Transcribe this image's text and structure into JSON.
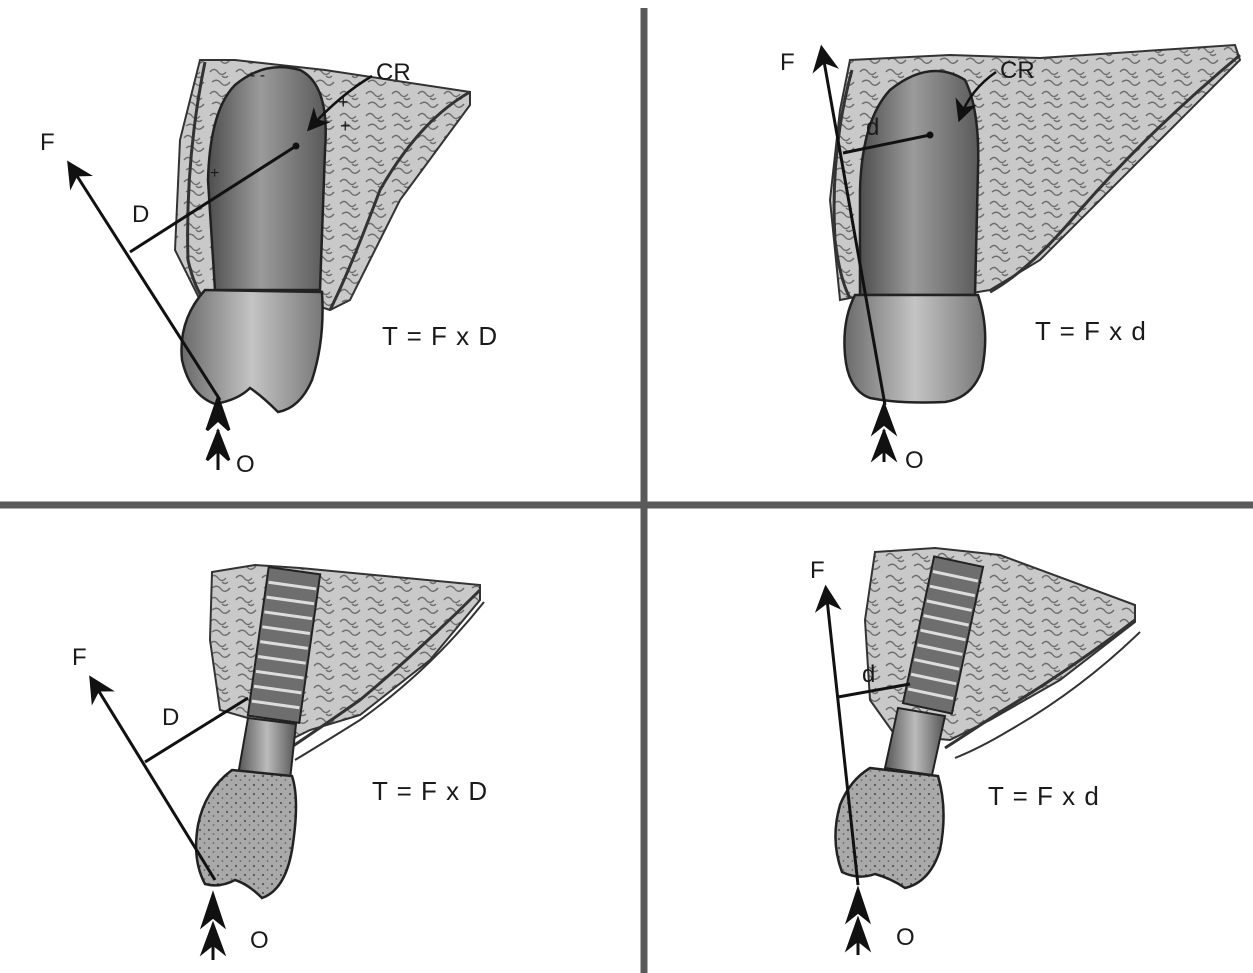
{
  "panels": [
    {
      "id": "natural-tooth-large-moment",
      "force_label": "F",
      "arm_label": "D",
      "cr_label": "CR",
      "occlusal_label": "O",
      "equation": "T = F x D"
    },
    {
      "id": "natural-tooth-small-moment",
      "force_label": "F",
      "arm_label": "d",
      "cr_label": "CR",
      "occlusal_label": "O",
      "equation": "T = F x d"
    },
    {
      "id": "implant-large-moment",
      "force_label": "F",
      "arm_label": "D",
      "occlusal_label": "O",
      "equation": "T = F x D"
    },
    {
      "id": "implant-small-moment",
      "force_label": "F",
      "arm_label": "d",
      "occlusal_label": "O",
      "equation": "T = F x d"
    }
  ],
  "colors": {
    "divider": "#5a5a5a",
    "ink": "#111111",
    "bone": "#cfcfcf",
    "bone_texture": "#6d6d6d",
    "tooth_root": "#8f8f8f",
    "tooth_crown": "#b3b3b3",
    "implant": "#7a7a7a"
  }
}
